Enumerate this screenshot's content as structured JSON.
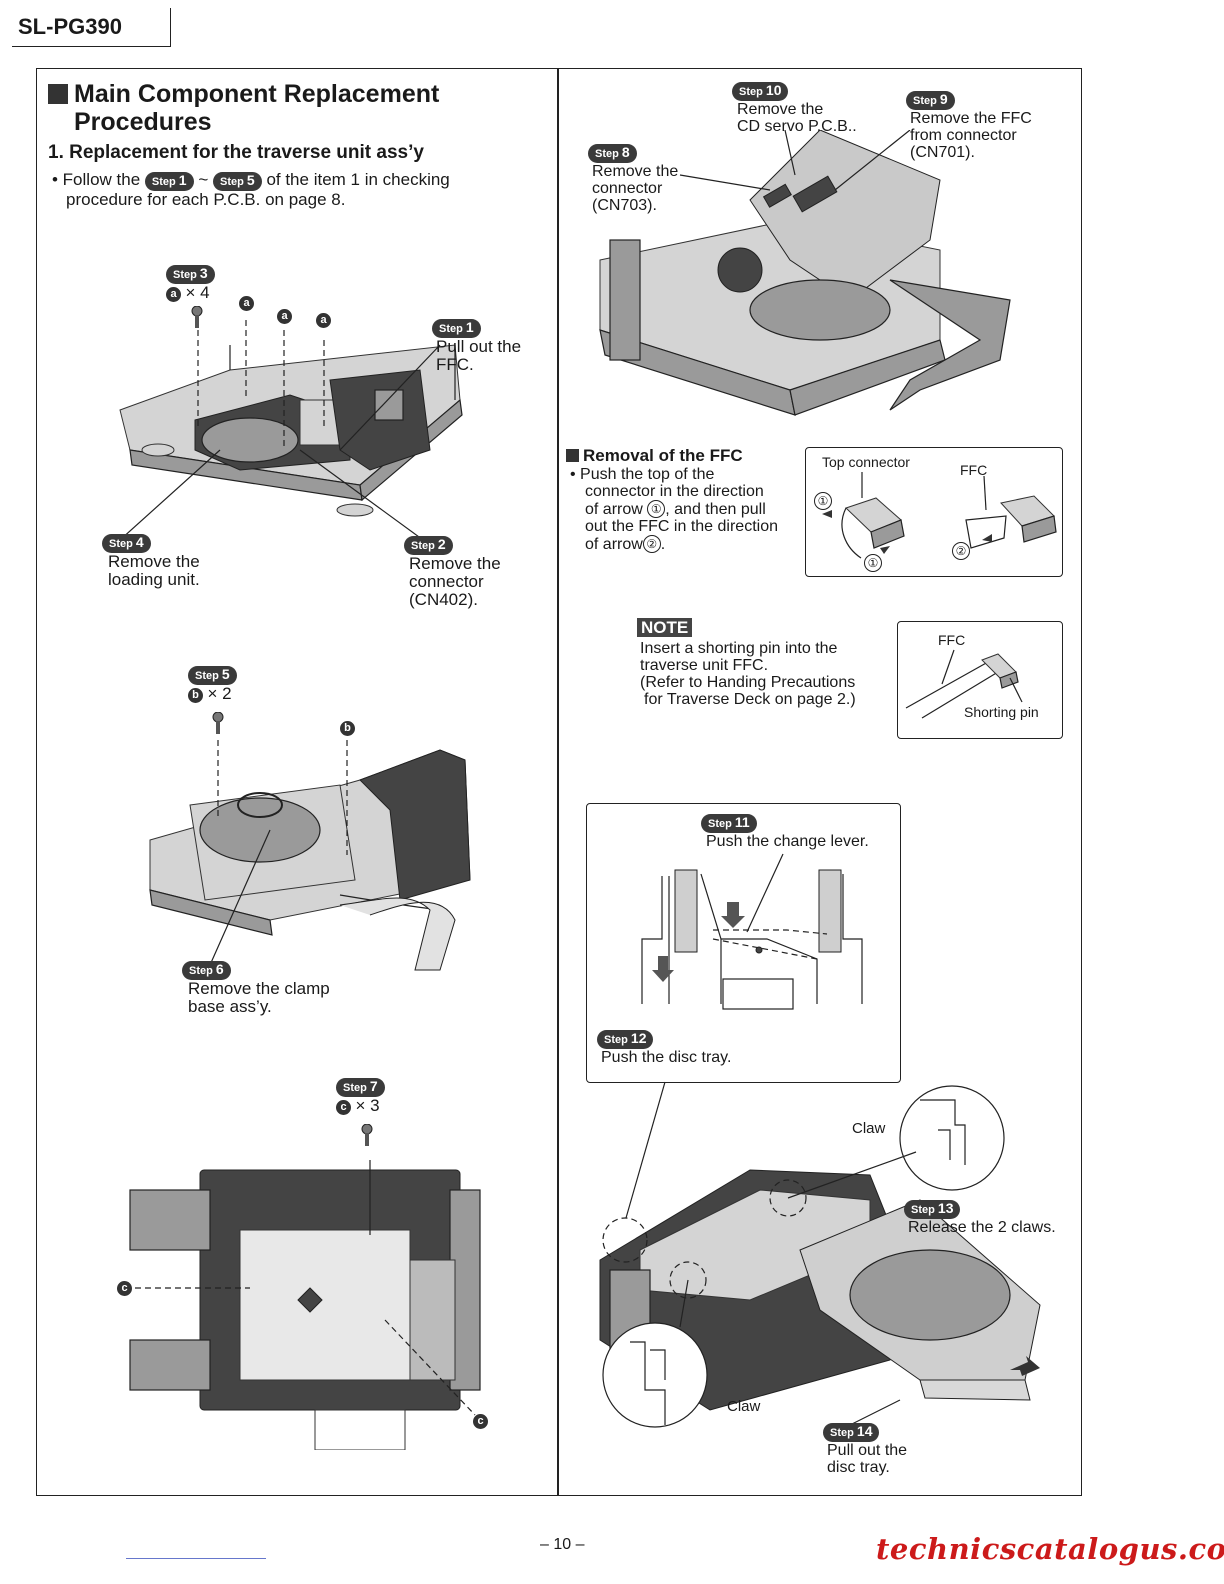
{
  "header": {
    "model": "SL-PG390"
  },
  "left": {
    "title_line1": "Main Component Replacement",
    "title_line2": "Procedures",
    "subtitle": "1. Replacement for the traverse unit ass’y",
    "intro_pre": "• Follow the",
    "intro_step_a": "1",
    "intro_sep": "~",
    "intro_step_b": "5",
    "intro_post": "of the item 1 in checking",
    "intro_line2": "procedure for each P.C.B. on page 8.",
    "step_word": "Step",
    "s3": {
      "num": "3",
      "screw": "a",
      "count": "× 4"
    },
    "s1": {
      "num": "1",
      "line1": "Pull out the",
      "line2": "FFC."
    },
    "s4": {
      "num": "4",
      "line1": "Remove the",
      "line2": "loading unit."
    },
    "s2": {
      "num": "2",
      "line1": "Remove the",
      "line2": "connector",
      "line3": "(CN402)."
    },
    "s5": {
      "num": "5",
      "screw": "b",
      "count": "× 2"
    },
    "s6": {
      "num": "6",
      "line1": "Remove the clamp",
      "line2": "base ass’y."
    },
    "s7": {
      "num": "7",
      "screw": "c",
      "count": "× 3"
    }
  },
  "right": {
    "s10": {
      "num": "10",
      "line1": "Remove the",
      "line2": "CD servo P.C.B.."
    },
    "s9": {
      "num": "9",
      "line1": "Remove the FFC",
      "line2": "from connector",
      "line3": "(CN701)."
    },
    "s8": {
      "num": "8",
      "line1": "Remove the",
      "line2": "connector",
      "line3": "(CN703)."
    },
    "ffc_removal": {
      "title": "Removal of the FFC",
      "line1": "• Push the top of the",
      "line2": "connector in the direction",
      "line3a": "of arrow",
      "line3b": ", and then pull",
      "line4": "out the FFC in the direction",
      "line5a": "of arrow",
      "line5b": ".",
      "mark1": "①",
      "mark2": "②",
      "top_connector": "Top connector",
      "ffc": "FFC"
    },
    "note": {
      "badge": "NOTE",
      "line1": "Insert a shorting pin into the",
      "line2": "traverse unit FFC.",
      "line3": "(Refer to Handing Precautions",
      "line4": "for Traverse Deck on page 2.)",
      "ffc": "FFC",
      "shorting_pin": "Shorting pin"
    },
    "s11": {
      "num": "11",
      "text": "Push the change lever."
    },
    "s12": {
      "num": "12",
      "text": "Push the disc tray."
    },
    "claw": "Claw",
    "s13": {
      "num": "13",
      "text": "Release the 2 claws."
    },
    "s14": {
      "num": "14",
      "line1": "Pull out the",
      "line2": "disc tray."
    }
  },
  "footer": {
    "page": "– 10 –",
    "site": "technicscatalogus.com"
  }
}
